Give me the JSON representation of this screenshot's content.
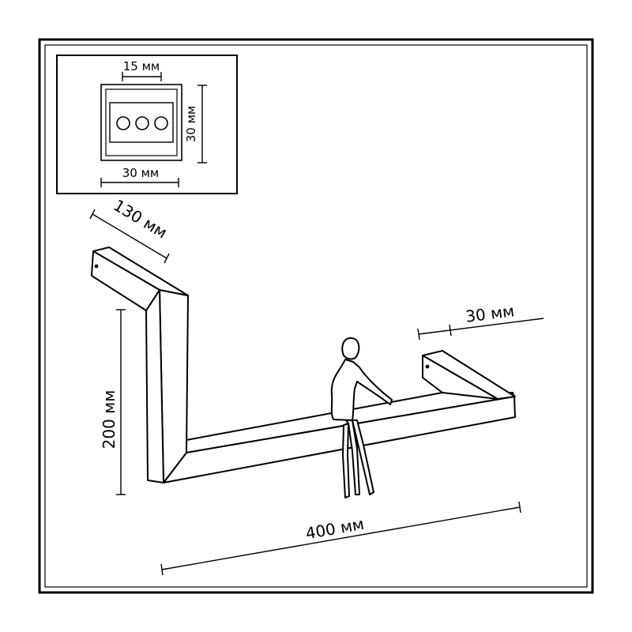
{
  "inset": {
    "top_width_label": "15 мм",
    "side_height_label": "30 мм",
    "bottom_width_label": "30 мм",
    "led_count": 3
  },
  "main": {
    "depth_label": "130 мм",
    "height_label": "200 мм",
    "length_label": "400 мм",
    "profile_label": "30 мм"
  },
  "figure_icon": "seated-person-figure"
}
